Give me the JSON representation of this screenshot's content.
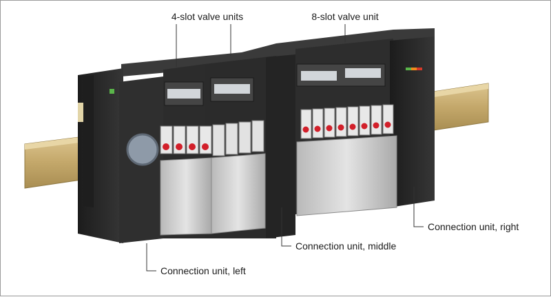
{
  "labels": {
    "four_slot": "4-slot valve units",
    "eight_slot": "8-slot valve unit",
    "conn_left": "Connection unit, left",
    "conn_middle": "Connection unit, middle",
    "conn_right": "Connection unit, right"
  },
  "colors": {
    "rail": "#c7ac6f",
    "housing": "#2b2b2b",
    "valve_red": "#d21f2a",
    "status_green": "#5ab54a",
    "status_orange": "#f08a1c",
    "status_red": "#d63a2a",
    "leader": "#333333"
  }
}
